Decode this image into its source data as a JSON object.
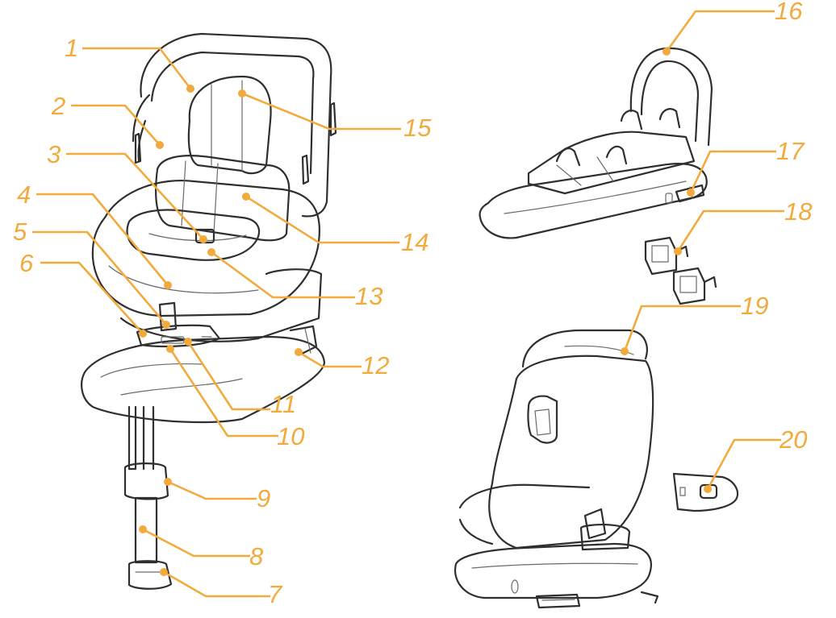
{
  "diagram": {
    "accent_color": "#F3AA3C",
    "line_color": "#2f2f2f",
    "callouts": [
      "1",
      "2",
      "3",
      "4",
      "5",
      "6",
      "7",
      "8",
      "9",
      "10",
      "11",
      "12",
      "13",
      "14",
      "15",
      "16",
      "17",
      "18",
      "19",
      "20"
    ]
  }
}
